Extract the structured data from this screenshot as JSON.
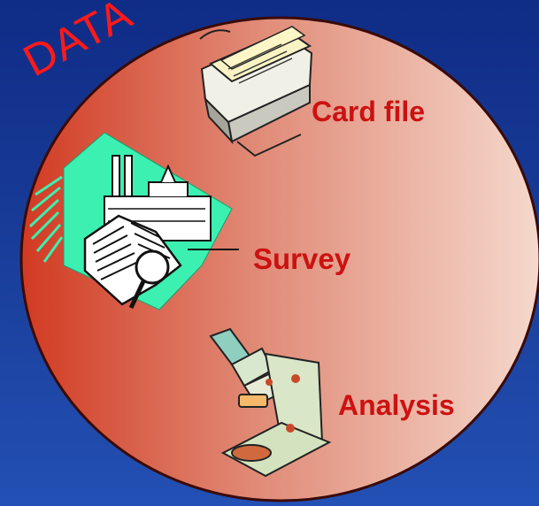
{
  "title": "DATA",
  "labels": {
    "card_file": "Card file",
    "survey": "Survey",
    "analysis": "Analysis"
  },
  "colors": {
    "background": "#1a3c9a",
    "circle_left": "#d23a22",
    "circle_right": "#f4d4c8",
    "text": "#cc1111"
  },
  "icons": [
    "card-file-box-icon",
    "factory-survey-icon",
    "microscope-icon"
  ]
}
